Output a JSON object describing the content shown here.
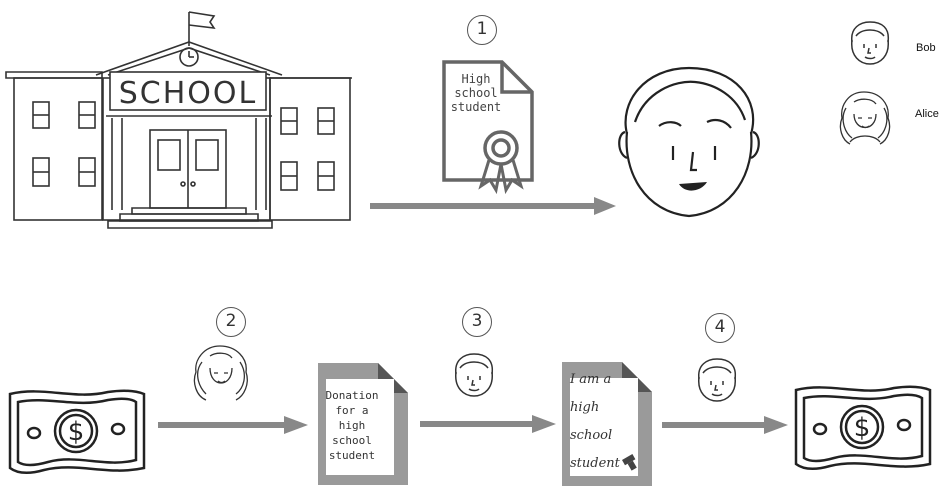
{
  "diagram": {
    "school_sign": "SCHOOL",
    "steps": [
      "1",
      "2",
      "3",
      "4"
    ],
    "certificate_text": "High\nschool\nstudent",
    "donation_text": "Donation\nfor a\nhigh\nschool\nstudent",
    "claim_text": "I am a\nhigh\nschool\nstudent",
    "legend": [
      {
        "name": "Bob"
      },
      {
        "name": "Alice"
      }
    ]
  },
  "colors": {
    "arrow": "#888888",
    "doc_fill": "#9a9a9a",
    "line": "#333333"
  }
}
